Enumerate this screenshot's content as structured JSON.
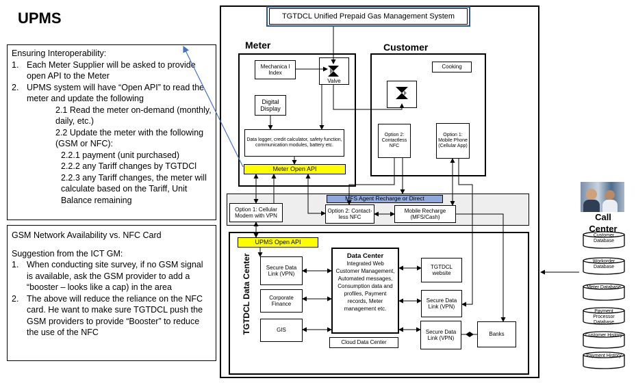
{
  "title": "UPMS",
  "system_banner": "TGTDCL  Unified Prepaid Gas Management System",
  "notes_interop": {
    "heading": "Ensuring Interoperability:",
    "items": [
      {
        "num": "1.",
        "text": "Each Meter Supplier will be asked to provide open API to the Meter"
      },
      {
        "num": "2.",
        "text": "UPMS system will have “Open API” to read the meter and update the following"
      }
    ],
    "sub": [
      "2.1 Read the meter on-demand (monthly, daily, etc.)",
      "2.2 Update the meter with the following (GSM or NFC):",
      "2.2.1  payment (unit purchased)",
      "2.2.2  any Tariff changes by TGTDCl",
      "2.2.3 any Tariff changes, the meter will calculate based on the Tariff,  Unit Balance remaining"
    ]
  },
  "notes_gsm": {
    "heading": "GSM Network Availability vs. NFC Card",
    "lead": "Suggestion from the ICT GM:",
    "items": [
      {
        "num": "1.",
        "text": "When conducting site survey, if no GSM signal is available, ask the GSM provider to add a “booster – looks like a cap) in the area"
      },
      {
        "num": "2.",
        "text": "The above will reduce the reliance on the NFC card. He want to make sure TGTDCL push the GSM providers to provide “Booster” to reduce the use of the NFC"
      }
    ]
  },
  "meter": {
    "title": "Meter",
    "mechanical_index": "Mechanica l Index",
    "valve": "Valve",
    "digital_display": "Digital Display",
    "logger": "Data logger, credit calculator, safety function, communication modules, battery etc.",
    "open_api": "Meter Open API"
  },
  "customer": {
    "title": "Customer",
    "cooking": "Cooking",
    "option2": "Option 2: Contactless NFC",
    "option1": "Option 1: Mobile Phone (Cellular App)"
  },
  "mfs": {
    "banner": "MFS Agent Recharge or Direct",
    "cellular": "Option 1: Cellular Modem with VPN",
    "contactless": "Option 2: Contact-less NFC",
    "mobile_recharge": "Mobile Recharge (MFS/Cash)"
  },
  "datacenter": {
    "side_label": "TGTDCL Data Center",
    "upms_api": "UPMS Open API",
    "secure_link_1": "Secure Data Link (VPN)",
    "corporate_finance": "Corporate Finance",
    "gis": "GIS",
    "dc_title": "Data Center",
    "dc_body": "Integrated Web Customer Management, Automated messages, Consumption  data and profiles, Payment records, Meter management etc.",
    "cloud": "Cloud  Data Center",
    "website": "TGTDCL website",
    "secure_link_2": "Secure Data Link (VPN)",
    "secure_link_3": "Secure Data Link (VPN)",
    "banks": "Banks"
  },
  "call_center": {
    "label": "Call Center",
    "databases": [
      "Customer Database",
      "Workorder Database",
      "Meter Database",
      "Payment Processor Database",
      "Customer History",
      "Payment History"
    ]
  },
  "colors": {
    "highlight_yellow": "#ffff00",
    "mfs_panel": "#eeeeee",
    "mfs_banner": "#8ea9db",
    "blue_arrow": "#4472c4",
    "banner_border": "#2f5597"
  }
}
